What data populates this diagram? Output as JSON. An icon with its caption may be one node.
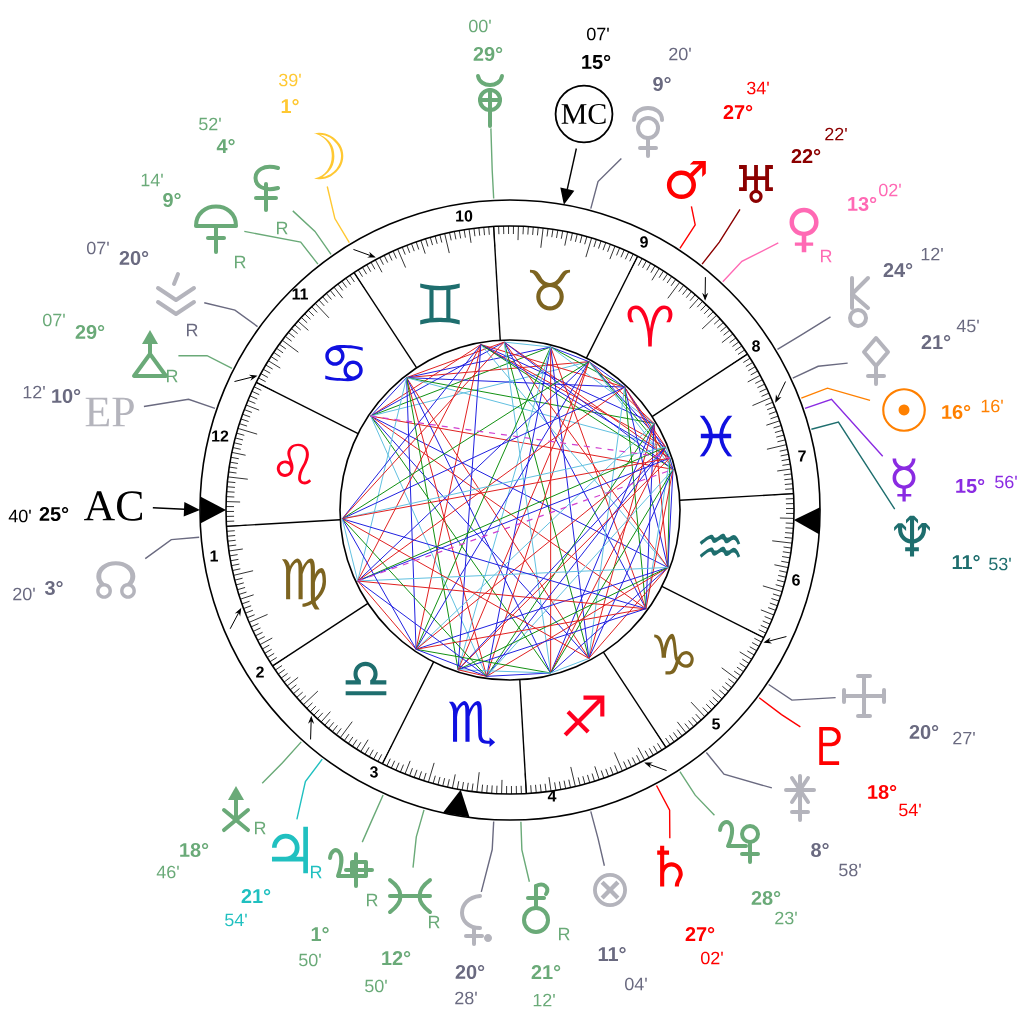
{
  "diagram": {
    "nodes": [
      {
        "text": [],
        "shape": "symbol",
        "beside": [
          "29°",
          "00'"
        ]
      },
      {
        "text": [
          "MC"
        ],
        "beside": [
          "15°",
          "07'"
        ]
      },
      {
        "text": [],
        "shape": "symbol",
        "beside": [
          "9°",
          "20'"
        ]
      },
      {
        "text": [
          "♂"
        ],
        "beside": [
          "27°",
          "34'"
        ]
      },
      {
        "text": [
          "♅"
        ],
        "beside": [
          "22°",
          "22'"
        ]
      },
      {
        "text": [
          "♀"
        ],
        "beside": [
          "R",
          "13°",
          "02'"
        ]
      },
      {
        "text": [],
        "shape": "symbol",
        "beside": [
          "24°",
          "12'"
        ]
      },
      {
        "text": [],
        "shape": "symbol",
        "beside": [
          "21°",
          "45'"
        ]
      },
      {
        "text": [
          "☉"
        ],
        "beside": [
          "16°",
          "16'"
        ]
      },
      {
        "text": [
          "☿"
        ],
        "beside": [
          "15°",
          "56'"
        ]
      },
      {
        "text": [
          "♆"
        ],
        "beside": [
          "11°",
          "53'"
        ]
      },
      {
        "text": [],
        "shape": "symbol",
        "beside": [
          "20°",
          "27'"
        ]
      },
      {
        "text": [
          "♇"
        ],
        "beside": [
          "18°",
          "54'"
        ]
      },
      {
        "text": [],
        "shape": "symbol",
        "beside": [
          "8°",
          "58'"
        ]
      },
      {
        "text": [],
        "shape": "symbol",
        "beside": [
          "28°",
          "23'"
        ]
      },
      {
        "text": [
          "♄"
        ],
        "beside": [
          "27°",
          "02'"
        ]
      },
      {
        "text": [
          "⊗"
        ],
        "beside": [
          "11°",
          "04'"
        ]
      },
      {
        "text": [],
        "shape": "symbol",
        "beside": [
          "R",
          "21°",
          "12'"
        ]
      },
      {
        "text": [],
        "shape": "symbol",
        "beside": [
          "20°",
          "28'"
        ]
      },
      {
        "text": [],
        "shape": "symbol",
        "beside": [
          "R",
          "12°",
          "50'"
        ]
      },
      {
        "text": [],
        "shape": "symbol",
        "beside": [
          "R",
          "1°",
          "50'"
        ]
      },
      {
        "text": [
          "♃"
        ],
        "beside": [
          "R",
          "21°",
          "54'"
        ]
      },
      {
        "text": [],
        "shape": "symbol",
        "beside": [
          "R",
          "18°",
          "46'"
        ]
      },
      {
        "text": [
          "☊"
        ],
        "beside": [
          "3°",
          "20'"
        ]
      },
      {
        "text": [
          "AC"
        ],
        "beside": [
          "25°",
          "40'"
        ]
      },
      {
        "text": [
          "EP"
        ],
        "beside": [
          "10°",
          "12'"
        ]
      },
      {
        "text": [],
        "shape": "symbol",
        "beside": [
          "R",
          "29°",
          "07'"
        ]
      },
      {
        "text": [],
        "shape": "symbol",
        "beside": [
          "R",
          "20°",
          "07'"
        ]
      },
      {
        "text": [],
        "shape": "symbol",
        "beside": [
          "R",
          "9°",
          "14'"
        ]
      },
      {
        "text": [],
        "shape": "symbol",
        "beside": [
          "R",
          "4°",
          "52'"
        ]
      },
      {
        "text": [
          "☽"
        ],
        "beside": [
          "1°",
          "39'"
        ]
      }
    ],
    "edges": [
      {
        "from": 0,
        "to": null,
        "arrow": "none",
        "color": "#6aaa78"
      },
      {
        "from": 1,
        "to": null,
        "arrow": "to",
        "color": "#000000"
      },
      {
        "from": 2,
        "to": null,
        "arrow": "none",
        "color": "#6a6a80"
      },
      {
        "from": 3,
        "to": null,
        "arrow": "none",
        "color": "#ff0000"
      },
      {
        "from": 4,
        "to": null,
        "arrow": "none",
        "color": "#8b0000"
      },
      {
        "from": 5,
        "to": null,
        "arrow": "none",
        "color": "#ff69b4"
      },
      {
        "from": 6,
        "to": null,
        "arrow": "none",
        "color": "#6a6a80"
      },
      {
        "from": 7,
        "to": null,
        "arrow": "none",
        "color": "#6a6a80"
      },
      {
        "from": 8,
        "to": null,
        "arrow": "none",
        "color": "#ff8000"
      },
      {
        "from": 9,
        "to": null,
        "arrow": "none",
        "color": "#8a2be2"
      },
      {
        "from": 10,
        "to": null,
        "arrow": "none",
        "color": "#1e6e6e"
      },
      {
        "from": 11,
        "to": null,
        "arrow": "none",
        "color": "#6a6a80"
      },
      {
        "from": 12,
        "to": null,
        "arrow": "none",
        "color": "#ff0000"
      },
      {
        "from": 13,
        "to": null,
        "arrow": "none",
        "color": "#6a6a80"
      },
      {
        "from": 14,
        "to": null,
        "arrow": "none",
        "color": "#6aaa78"
      },
      {
        "from": 15,
        "to": null,
        "arrow": "none",
        "color": "#ff0000"
      },
      {
        "from": 16,
        "to": null,
        "arrow": "none",
        "color": "#6a6a80"
      },
      {
        "from": 17,
        "to": null,
        "arrow": "none",
        "color": "#6aaa78"
      },
      {
        "from": 18,
        "to": null,
        "arrow": "none",
        "color": "#6a6a80"
      },
      {
        "from": 19,
        "to": null,
        "arrow": "none",
        "color": "#6aaa78"
      },
      {
        "from": 20,
        "to": null,
        "arrow": "none",
        "color": "#6aaa78"
      },
      {
        "from": 21,
        "to": null,
        "arrow": "none",
        "color": "#20c0c0"
      },
      {
        "from": 22,
        "to": null,
        "arrow": "none",
        "color": "#6aaa78"
      },
      {
        "from": 23,
        "to": null,
        "arrow": "none",
        "color": "#6a6a80"
      },
      {
        "from": 24,
        "to": null,
        "arrow": "to",
        "color": "#000000"
      },
      {
        "from": 25,
        "to": null,
        "arrow": "none",
        "color": "#6a6a80"
      },
      {
        "from": 26,
        "to": null,
        "arrow": "none",
        "color": "#6aaa78"
      },
      {
        "from": 27,
        "to": null,
        "arrow": "none",
        "color": "#6a6a80"
      },
      {
        "from": 28,
        "to": null,
        "arrow": "none",
        "color": "#6aaa78"
      },
      {
        "from": 29,
        "to": null,
        "arrow": "none",
        "color": "#6aaa78"
      },
      {
        "from": 30,
        "to": null,
        "arrow": "none",
        "color": "#ffc832"
      }
    ],
    "labels": [
      "♋",
      "♊",
      "♉",
      "♈",
      "♓",
      "♒",
      "♑",
      "♐",
      "♏",
      "♎",
      "♍",
      "♌",
      "1",
      "2",
      "3",
      "4",
      "5",
      "6",
      "7",
      "8",
      "9",
      "10",
      "11",
      "12"
    ]
  }
}
